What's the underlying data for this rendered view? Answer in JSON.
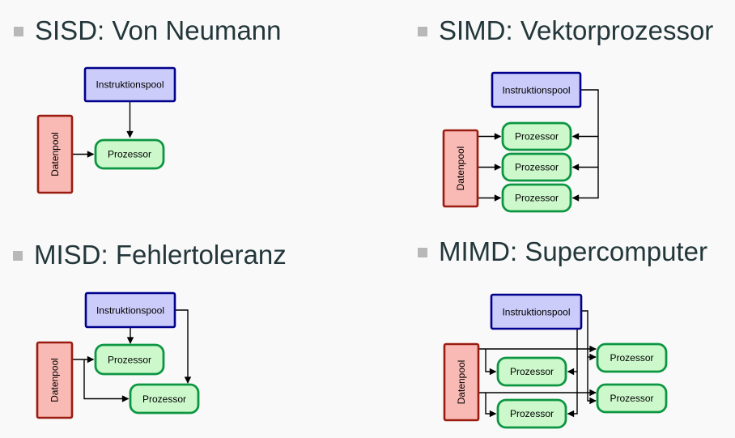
{
  "colors": {
    "background": "#f9f9f9",
    "heading_text": "#23373b",
    "bullet": "#b8b8b8",
    "instruction_pool_fill": "#ccccfa",
    "instruction_pool_border": "#00008c",
    "data_pool_fill": "#f9b9b4",
    "data_pool_border": "#9a1c10",
    "processor_fill": "#ccf8cb",
    "processor_border": "#0c9642",
    "arrow": "#000000"
  },
  "labels": {
    "instruction_pool": "Instruktionspool",
    "data_pool": "Datenpool",
    "processor": "Prozessor"
  },
  "sections": [
    {
      "id": "sisd",
      "title": "SISD: Von Neumann",
      "processor_count": 1
    },
    {
      "id": "simd",
      "title": "SIMD: Vektorprozessor",
      "processor_count": 3
    },
    {
      "id": "misd",
      "title": "MISD: Fehlertoleranz",
      "processor_count": 2
    },
    {
      "id": "mimd",
      "title": "MIMD: Supercomputer",
      "processor_count": 4
    }
  ]
}
